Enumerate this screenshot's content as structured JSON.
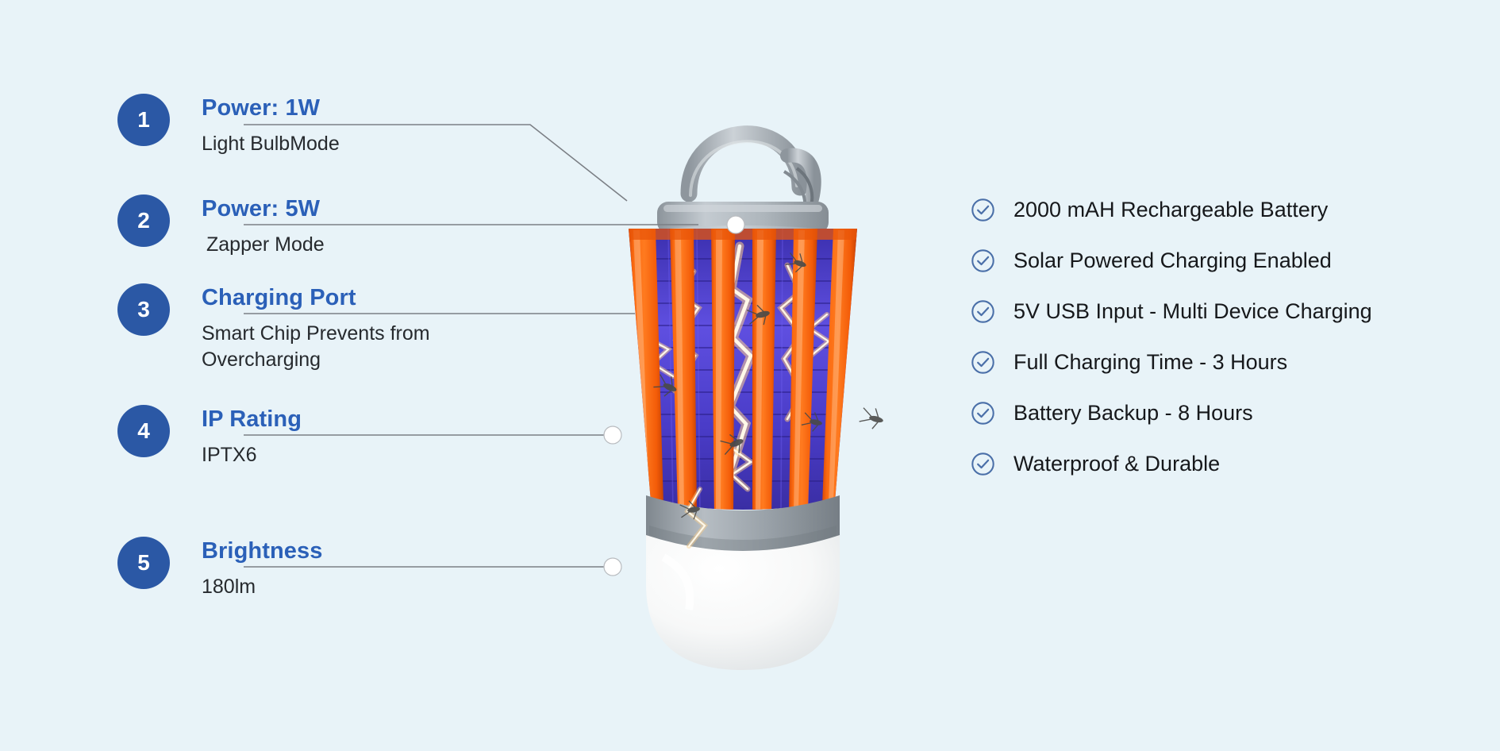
{
  "theme": {
    "background": "#e8f3f8",
    "badge_blue": "#2b58a5",
    "title_blue": "#2b60b8",
    "body_text": "#262a2e",
    "check_blue": "#4a6fa8",
    "leader_line": "#7b7f85",
    "product_orange": "#f4600e",
    "product_gray": "#9ea7ae",
    "uv_blue": "#4a3fc4"
  },
  "callouts": [
    {
      "number": "1",
      "title": "Power: 1W",
      "subtitle": "Light BulbMode"
    },
    {
      "number": "2",
      "title": "Power: 5W",
      "subtitle": "Zapper Mode"
    },
    {
      "number": "3",
      "title": "Charging Port",
      "subtitle": "Smart Chip Prevents from\nOvercharging"
    },
    {
      "number": "4",
      "title": "IP Rating",
      "subtitle": "IPTX6"
    },
    {
      "number": "5",
      "title": "Brightness",
      "subtitle": "180lm"
    }
  ],
  "features": {
    "icon": "check-circle-icon",
    "items": [
      "2000 mAH Rechargeable Battery",
      "Solar Powered Charging Enabled",
      "5V USB Input - Multi Device Charging",
      "Full Charging Time - 3 Hours",
      "Battery Backup - 8 Hours",
      "Waterproof & Durable"
    ]
  },
  "product": {
    "name": "solar-mosquito-zapper-lantern",
    "buttons": [
      {
        "name": "power-button",
        "icon": "power-icon"
      },
      {
        "name": "zapper-button",
        "icon": "mosquito-zap-icon"
      }
    ]
  }
}
